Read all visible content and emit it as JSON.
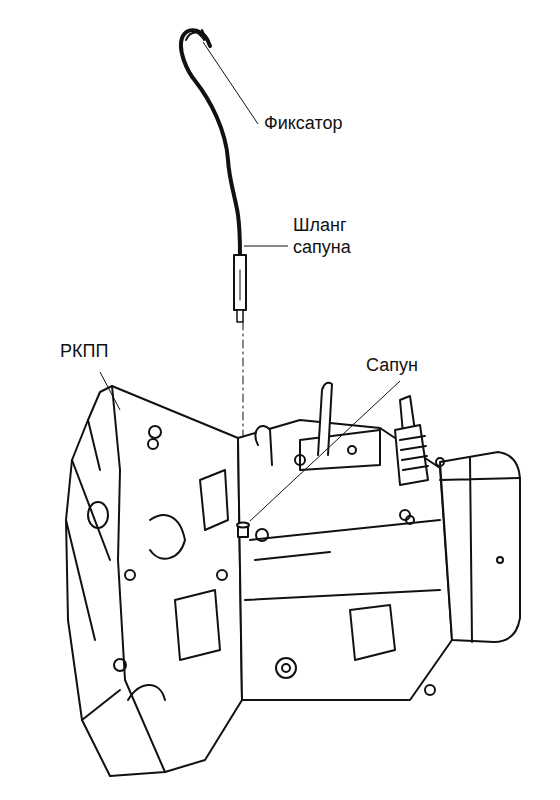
{
  "diagram": {
    "labels": [
      "Фиксатор",
      "Шланг сапуна",
      "РКПП",
      "Сапун"
    ]
  }
}
